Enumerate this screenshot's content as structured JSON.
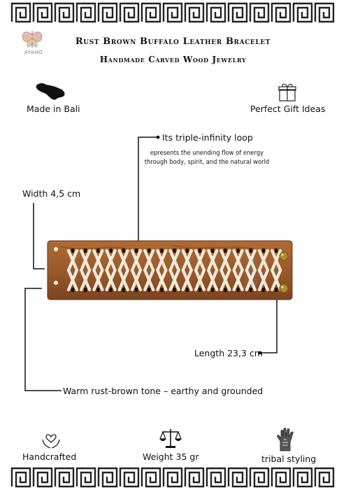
{
  "brand": {
    "logo_text": "AYAHO",
    "logo_icon": "butterfly-logo-icon"
  },
  "header": {
    "title": "Rust Brown Buffalo Leather Bracelet",
    "subtitle": "Handmade Carved Wood Jewelry"
  },
  "features_top": [
    {
      "icon": "bali-island-icon",
      "label": "Made in Bali"
    },
    {
      "icon": "gift-box-icon",
      "label": "Perfect Gift Ideas"
    }
  ],
  "callouts": {
    "loop_title": "Its triple-infinity loop",
    "loop_desc_line1": "epresents the unending flow of energy",
    "loop_desc_line2": "through body, spirit, and the natural world",
    "width": "Width 4,5 cm",
    "length": "Length 23,3 cm",
    "tone": "Warm rust-brown tone – earthy and grounded"
  },
  "features_bottom": [
    {
      "icon": "heart-hands-icon",
      "label": "Handcrafted"
    },
    {
      "icon": "balance-scale-icon",
      "label": "Weight 35 gr"
    },
    {
      "icon": "tribal-hand-icon",
      "label": "tribal styling"
    }
  ],
  "colors": {
    "leather": "#9a5a2c",
    "lacing": "#efeadb",
    "rivet": "#b08a2e",
    "text": "#111111"
  }
}
